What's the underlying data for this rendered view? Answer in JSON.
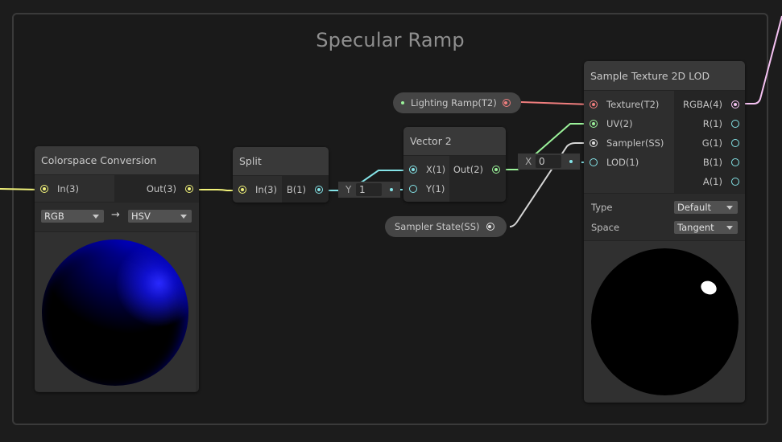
{
  "group": {
    "title": "Specular Ramp"
  },
  "colors": {
    "vector3": "#f1f27a",
    "vector1": "#84e3e7",
    "vector2": "#9bf29a",
    "texture2d": "#f07e7e",
    "vector4": "#f5c2f2",
    "sampler": "#e0e0e0"
  },
  "nodes": {
    "colorspace": {
      "title": "Colorspace Conversion",
      "inputs": [
        {
          "label": "In(3)",
          "type": "vector3"
        }
      ],
      "outputs": [
        {
          "label": "Out(3)",
          "type": "vector3"
        }
      ],
      "from": "RGB",
      "arrow": "→",
      "to": "HSV"
    },
    "split": {
      "title": "Split",
      "inputs": [
        {
          "label": "In(3)",
          "type": "vector3"
        }
      ],
      "outputs": [
        {
          "label": "B(1)",
          "type": "vector1"
        }
      ]
    },
    "vector2": {
      "title": "Vector 2",
      "inputs": [
        {
          "label": "X(1)",
          "type": "vector1"
        },
        {
          "label": "Y(1)",
          "type": "vector1"
        }
      ],
      "outputs": [
        {
          "label": "Out(2)",
          "type": "vector2"
        }
      ],
      "y_field": {
        "label": "Y",
        "value": "1"
      }
    },
    "lighting_ramp": {
      "label": "Lighting Ramp(T2)"
    },
    "sampler_state": {
      "label": "Sampler State(SS)"
    },
    "sample_texture": {
      "title": "Sample Texture 2D LOD",
      "inputs": [
        {
          "label": "Texture(T2)",
          "type": "texture2d"
        },
        {
          "label": "UV(2)",
          "type": "vector2"
        },
        {
          "label": "Sampler(SS)",
          "type": "sampler"
        },
        {
          "label": "LOD(1)",
          "type": "vector1"
        }
      ],
      "outputs": [
        {
          "label": "RGBA(4)",
          "type": "vector4"
        },
        {
          "label": "R(1)",
          "type": "vector1"
        },
        {
          "label": "G(1)",
          "type": "vector1"
        },
        {
          "label": "B(1)",
          "type": "vector1"
        },
        {
          "label": "A(1)",
          "type": "vector1"
        }
      ],
      "lod_field": {
        "label": "X",
        "value": "0"
      },
      "settings": [
        {
          "label": "Type",
          "value": "Default"
        },
        {
          "label": "Space",
          "value": "Tangent"
        }
      ]
    }
  }
}
